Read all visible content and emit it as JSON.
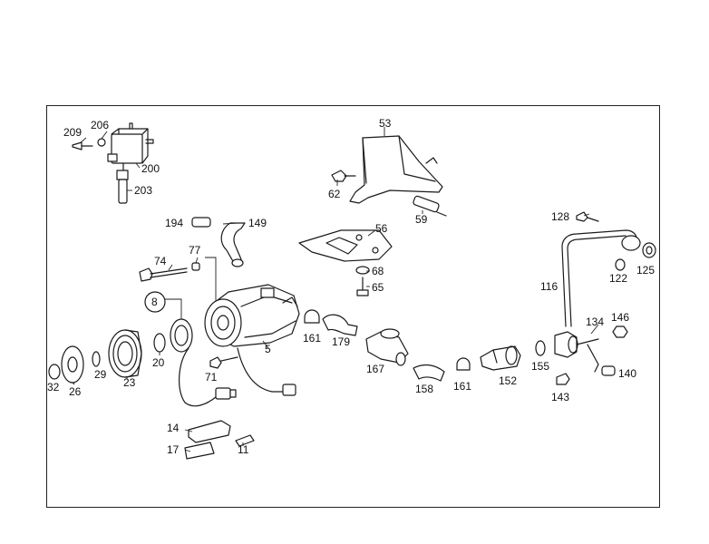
{
  "callouts": [
    {
      "id": "c209",
      "text": "209"
    },
    {
      "id": "c206",
      "text": "206"
    },
    {
      "id": "c200",
      "text": "200"
    },
    {
      "id": "c203",
      "text": "203"
    },
    {
      "id": "c53",
      "text": "53"
    },
    {
      "id": "c62",
      "text": "62"
    },
    {
      "id": "c59",
      "text": "59"
    },
    {
      "id": "c194",
      "text": "194"
    },
    {
      "id": "c149",
      "text": "149"
    },
    {
      "id": "c56",
      "text": "56"
    },
    {
      "id": "c74",
      "text": "74"
    },
    {
      "id": "c77",
      "text": "77"
    },
    {
      "id": "c68",
      "text": "68"
    },
    {
      "id": "c65",
      "text": "65"
    },
    {
      "id": "c8",
      "text": "8"
    },
    {
      "id": "c5",
      "text": "5"
    },
    {
      "id": "c161a",
      "text": "161"
    },
    {
      "id": "c179",
      "text": "179"
    },
    {
      "id": "c20",
      "text": "20"
    },
    {
      "id": "c71",
      "text": "71"
    },
    {
      "id": "c32",
      "text": "32"
    },
    {
      "id": "c26",
      "text": "26"
    },
    {
      "id": "c29",
      "text": "29"
    },
    {
      "id": "c23",
      "text": "23"
    },
    {
      "id": "c167",
      "text": "167"
    },
    {
      "id": "c158",
      "text": "158"
    },
    {
      "id": "c161b",
      "text": "161"
    },
    {
      "id": "c152",
      "text": "152"
    },
    {
      "id": "c155",
      "text": "155"
    },
    {
      "id": "c128",
      "text": "128"
    },
    {
      "id": "c125",
      "text": "125"
    },
    {
      "id": "c122",
      "text": "122"
    },
    {
      "id": "c116",
      "text": "116"
    },
    {
      "id": "c134",
      "text": "134"
    },
    {
      "id": "c146",
      "text": "146"
    },
    {
      "id": "c140",
      "text": "140"
    },
    {
      "id": "c143",
      "text": "143"
    },
    {
      "id": "c14",
      "text": "14"
    },
    {
      "id": "c17",
      "text": "17"
    },
    {
      "id": "c11",
      "text": "11"
    }
  ]
}
